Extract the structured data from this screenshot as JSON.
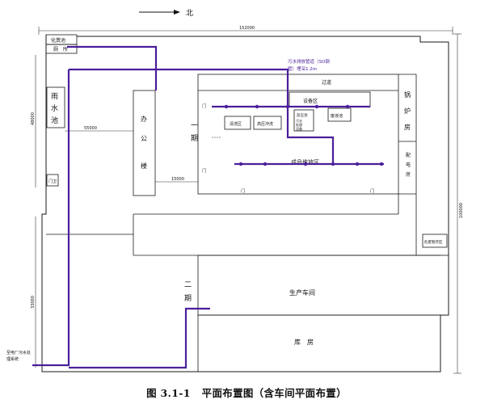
{
  "north": "北",
  "caption": {
    "figure_no": "图 3.1-1",
    "title": "平面布置图（含车间平面布置）"
  },
  "dimensions": {
    "width_total": "152000",
    "height_total": "100000",
    "left_height": "48000",
    "left_width": "55000",
    "gap": "15000",
    "lower_height": "33000"
  },
  "labels": {
    "septic_tank": "化粪池",
    "toilet": "厕　所",
    "rain_pool": [
      "雨",
      "水",
      "池"
    ],
    "gate": "门卫",
    "office": [
      "办",
      "公",
      "楼"
    ],
    "phase1": [
      "一",
      "期"
    ],
    "phase2": [
      "二",
      "期"
    ],
    "aisle": "过道",
    "equipment": "设备区",
    "clean_zone": "清洗区",
    "hp_wash": "高压冲洗",
    "reactor": "反应池",
    "misc_area": [
      "污水",
      "处理",
      "设备"
    ],
    "pump_pool": "废液池",
    "boiler": [
      "锅",
      "炉",
      "房"
    ],
    "power": [
      "配",
      "电",
      "房"
    ],
    "product_stack": "成品堆放区",
    "pipe_note_1": "污水排放管道（SO钢",
    "pipe_note_2": "管）埋深1.2m",
    "hazwaste": "危废暂存区",
    "workshop": "生产车间",
    "warehouse": "库　房",
    "treatment_1": "至电厂污水处",
    "treatment_2": "理系统",
    "door": "门"
  },
  "colors": {
    "pipe": "#4b1f9b",
    "line": "#1a1a1a"
  }
}
